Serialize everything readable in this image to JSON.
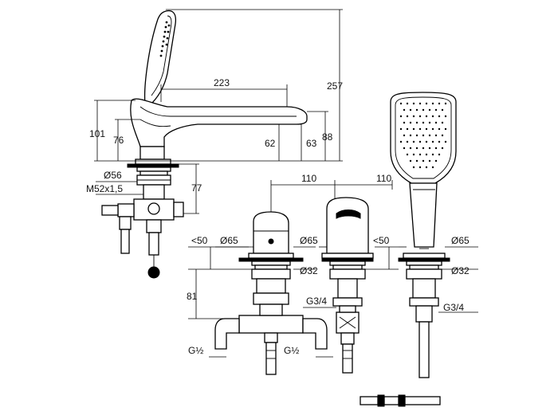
{
  "dimensions": {
    "d223": "223",
    "d257": "257",
    "d101": "101",
    "d76": "76",
    "d62": "62",
    "d63": "63",
    "d88": "88",
    "d_o56": "Ø56",
    "d_m52": "M52x1,5",
    "d77": "77",
    "d110a": "110",
    "d110b": "110",
    "d_lt50a": "<50",
    "d_o65a": "Ø65",
    "d_o65b": "Ø65",
    "d_lt50b": "<50",
    "d_o65c": "Ø65",
    "d_o32a": "Ø32",
    "d_o32b": "Ø32",
    "d81": "81",
    "d_g34a": "G3/4",
    "d_g34b": "G3/4",
    "d_g12a": "G½",
    "d_g12b": "G½"
  },
  "colors": {
    "line": "#000000",
    "background": "#ffffff"
  }
}
